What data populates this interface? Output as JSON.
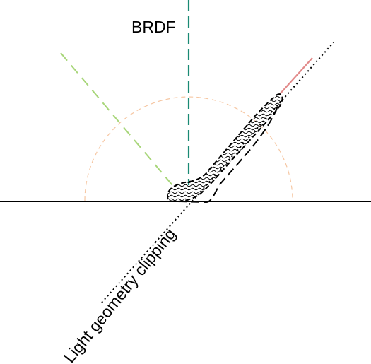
{
  "diagram": {
    "title": "BRDF",
    "clip_label": "Light geometry clipping"
  },
  "colors": {
    "background": "#ffffff",
    "surface_line": "#000000",
    "normal": "#1a8a74",
    "incident": "#a8d67a",
    "reflected": "#e28a8a",
    "hemisphere": "#f6c7a3",
    "lobe_outline": "#000000",
    "clip_line": "#000000"
  },
  "icons": {
    "lobe_fill": "wavy-hatch-pattern"
  }
}
